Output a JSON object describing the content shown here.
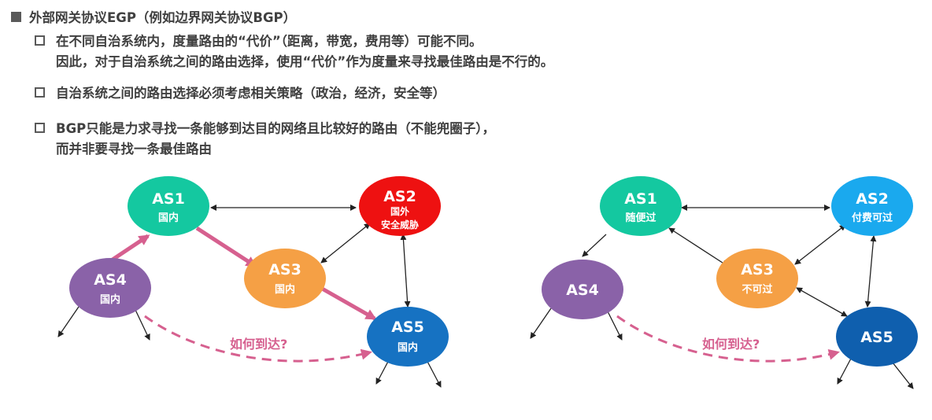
{
  "heading": "外部网关协议EGP（例如边界网关协议BGP）",
  "bullets": [
    {
      "lines": [
        "在不同自治系统内，度量路由的“代价”（距离，带宽，费用等）可能不同。",
        "因此，对于自治系统之间的路由选择，使用“代价”作为度量来寻找最佳路由是不行的。"
      ]
    },
    {
      "lines": [
        "自治系统之间的路由选择必须考虑相关策略（政治，经济，安全等）"
      ]
    },
    {
      "lines": [
        "BGP只能是力求寻找一条能够到达目的网络且比较好的路由（不能兜圈子），",
        "而并非要寻找一条最佳路由"
      ]
    }
  ],
  "left_diagram": {
    "as1": {
      "name": "AS1",
      "note": "国内",
      "color": "#14c8a0"
    },
    "as2": {
      "name": "AS2",
      "note1": "国外",
      "note2": "安全威胁",
      "color": "#ee1111"
    },
    "as3": {
      "name": "AS3",
      "note": "国内",
      "color": "#f5a045"
    },
    "as4": {
      "name": "AS4",
      "note": "国内",
      "color": "#8a62a8"
    },
    "as5": {
      "name": "AS5",
      "note": "国内",
      "color": "#1672c2"
    },
    "question": "如何到达?"
  },
  "right_diagram": {
    "as1": {
      "name": "AS1",
      "note": "随便过",
      "color": "#14c8a0"
    },
    "as2": {
      "name": "AS2",
      "note": "付费可过",
      "color": "#1aa9ee"
    },
    "as3": {
      "name": "AS3",
      "note": "不可过",
      "color": "#f5a045"
    },
    "as4": {
      "name": "AS4",
      "color": "#8a62a8"
    },
    "as5": {
      "name": "AS5",
      "color": "#0f5fae"
    },
    "question": "如何到达?"
  },
  "colors": {
    "path": "#d6608f",
    "edge": "#222222",
    "text": "#404040"
  }
}
